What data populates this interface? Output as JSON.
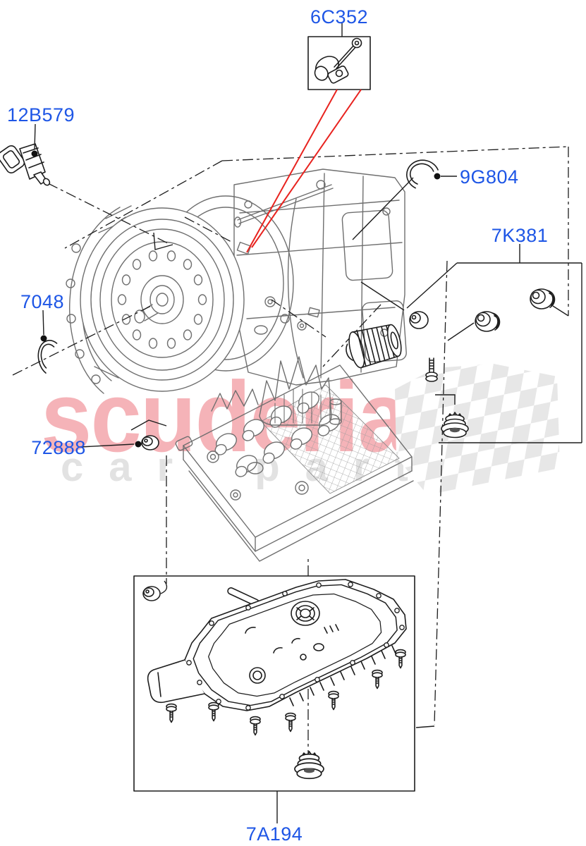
{
  "page": {
    "background": "#ffffff",
    "type": "exploded-parts-diagram"
  },
  "labels": {
    "6C352": "6C352",
    "12B579": "12B579",
    "9G804": "9G804",
    "7K381": "7K381",
    "7048": "7048",
    "72888": "72888",
    "7A194": "7A194"
  },
  "watermark": {
    "brand": "scuderia",
    "subtitle": "car parts"
  },
  "colors": {
    "label_blue": "#1E56E6",
    "callout_red": "#E8231F",
    "line_dark": "#1D1D1D",
    "line_gray": "#6F6F6F",
    "watermark_red": "#E84A55",
    "watermark_gray": "#E2E2E2",
    "checker_gray": "#E7E7E7"
  }
}
